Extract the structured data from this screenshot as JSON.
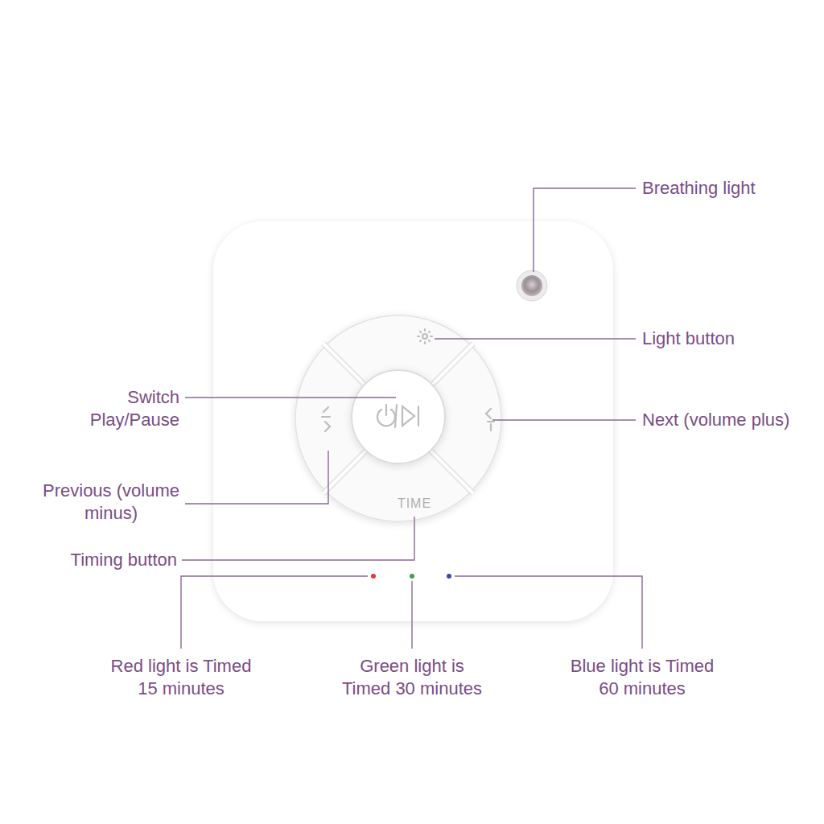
{
  "diagram": {
    "labels": [
      "Breathing light",
      "Light button",
      "Switch Play/Pause",
      "Next (volume plus)",
      "Previous (volume minus)",
      "Timing button",
      "Red light is Timed 15 minutes",
      "Green light is Timed 30 minutes",
      "Blue light is Timed 60 minutes",
      "TIME"
    ]
  }
}
